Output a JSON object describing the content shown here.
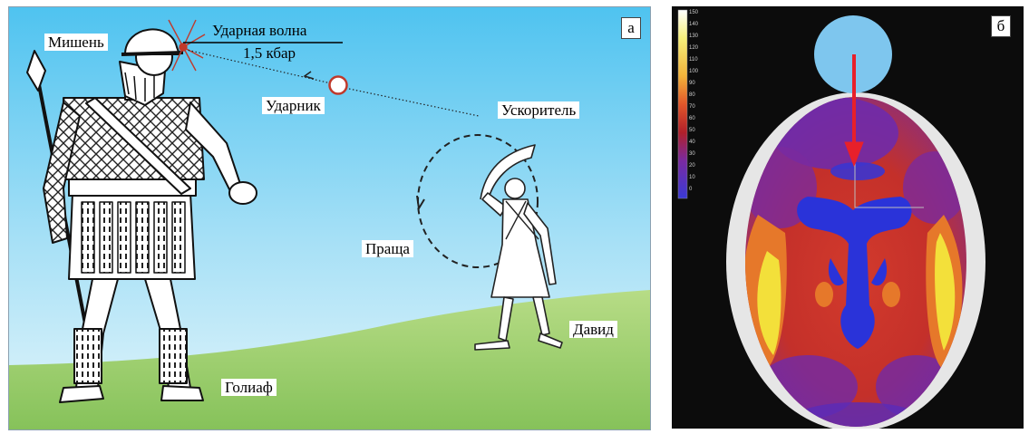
{
  "panel_a": {
    "corner_label": "а",
    "labels": {
      "target": "Мишень",
      "shock_wave": "Ударная волна",
      "pressure": "1,5 кбар",
      "striker": "Ударник",
      "accelerator": "Ускоритель",
      "sling": "Праща",
      "david": "Давид",
      "goliath": "Голиаф"
    },
    "colors": {
      "sky_top": "#4fc3f0",
      "sky_bottom": "#d9f2fb",
      "ground": "#9ccf6b",
      "striker_ring": "#c0392b"
    }
  },
  "panel_b": {
    "corner_label": "б",
    "colorbar_ticks": [
      "150",
      "140",
      "130",
      "120",
      "110",
      "100",
      "90",
      "80",
      "70",
      "60",
      "50",
      "40",
      "30",
      "20",
      "10",
      "0"
    ],
    "colors": {
      "background": "#0c0c0c",
      "skull": "#e6e6e6",
      "impactor": "#7ec6ee",
      "arrow": "#e8202a",
      "low": "#2a33d9",
      "mid": "#c02a24",
      "high": "#f3e03a"
    }
  }
}
